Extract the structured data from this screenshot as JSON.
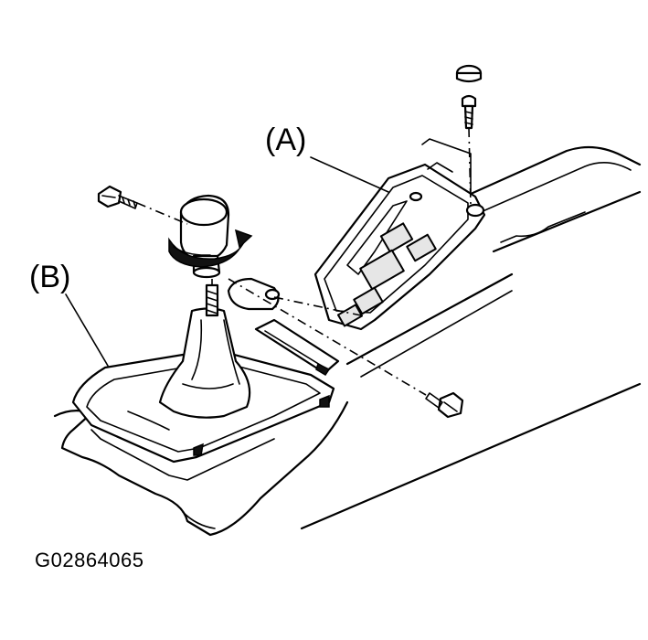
{
  "figure": {
    "labels": {
      "a": "(A)",
      "b": "(B)"
    },
    "code": "G02864065"
  }
}
